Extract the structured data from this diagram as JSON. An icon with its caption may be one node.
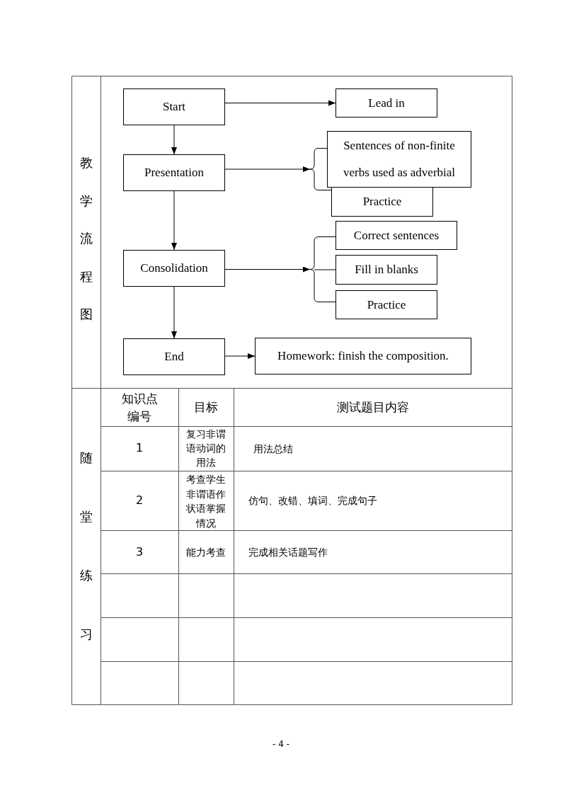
{
  "diagram": {
    "nodes": [
      {
        "text": [
          "Start"
        ]
      },
      {
        "text": [
          "Lead in"
        ]
      },
      {
        "text": [
          "Presentation"
        ]
      },
      {
        "text": [],
        "shape": "brace"
      },
      {
        "text": [
          "Sentences of non-finite verbs used as adverbial"
        ]
      },
      {
        "text": [
          "Practice"
        ]
      },
      {
        "text": [
          "Consolidation"
        ]
      },
      {
        "text": [],
        "shape": "brace"
      },
      {
        "text": [
          "Correct sentences"
        ]
      },
      {
        "text": [
          "Fill in blanks"
        ]
      },
      {
        "text": [
          "Practice"
        ]
      },
      {
        "text": [
          "End"
        ]
      },
      {
        "text": [
          "Homework: finish the composition."
        ]
      }
    ],
    "edges": [
      {
        "from": 0,
        "to": 1,
        "arrow": "to"
      },
      {
        "from": 0,
        "to": 2,
        "arrow": "to"
      },
      {
        "from": 2,
        "to": 3,
        "arrow": "to"
      },
      {
        "from": 3,
        "to": 4,
        "arrow": "none"
      },
      {
        "from": 3,
        "to": 5,
        "arrow": "none"
      },
      {
        "from": 2,
        "to": 6,
        "arrow": "to"
      },
      {
        "from": 6,
        "to": 7,
        "arrow": "to"
      },
      {
        "from": 7,
        "to": 8,
        "arrow": "none"
      },
      {
        "from": 7,
        "to": 9,
        "arrow": "none"
      },
      {
        "from": 7,
        "to": 10,
        "arrow": "none"
      },
      {
        "from": 6,
        "to": 11,
        "arrow": "to"
      },
      {
        "from": 11,
        "to": 12,
        "arrow": "to"
      }
    ],
    "labels": [
      "教学流程图",
      "随堂练习",
      "知识点编号",
      "目标",
      "测试题目内容",
      "1",
      "复习非谓语动词的用法",
      "用法总结",
      "2",
      "考查学生非谓语作状语掌握情况",
      "仿句、改错、填词、完成句子",
      "3",
      "能力考查",
      "完成相关话题写作",
      "- 4 -"
    ]
  }
}
